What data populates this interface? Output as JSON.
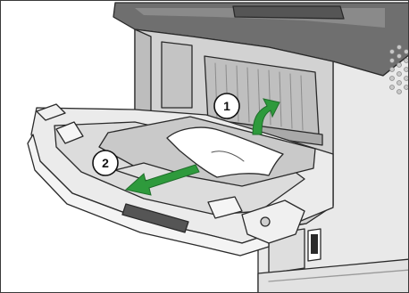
{
  "figure": {
    "subject": "printer-front-cover-paper-jam-removal",
    "step1": {
      "label": "1",
      "arrow_icon": "curved-arrow-up-icon"
    },
    "step2": {
      "label": "2",
      "arrow_icon": "arrow-pull-out-icon"
    },
    "colors": {
      "arrow": "#2e9a3c",
      "printer_body": "#e9e9e9",
      "printer_top": "#6f6f6f",
      "outline": "#2a2a2a",
      "paper": "#ffffff",
      "interior": "#d2d2d2"
    }
  }
}
